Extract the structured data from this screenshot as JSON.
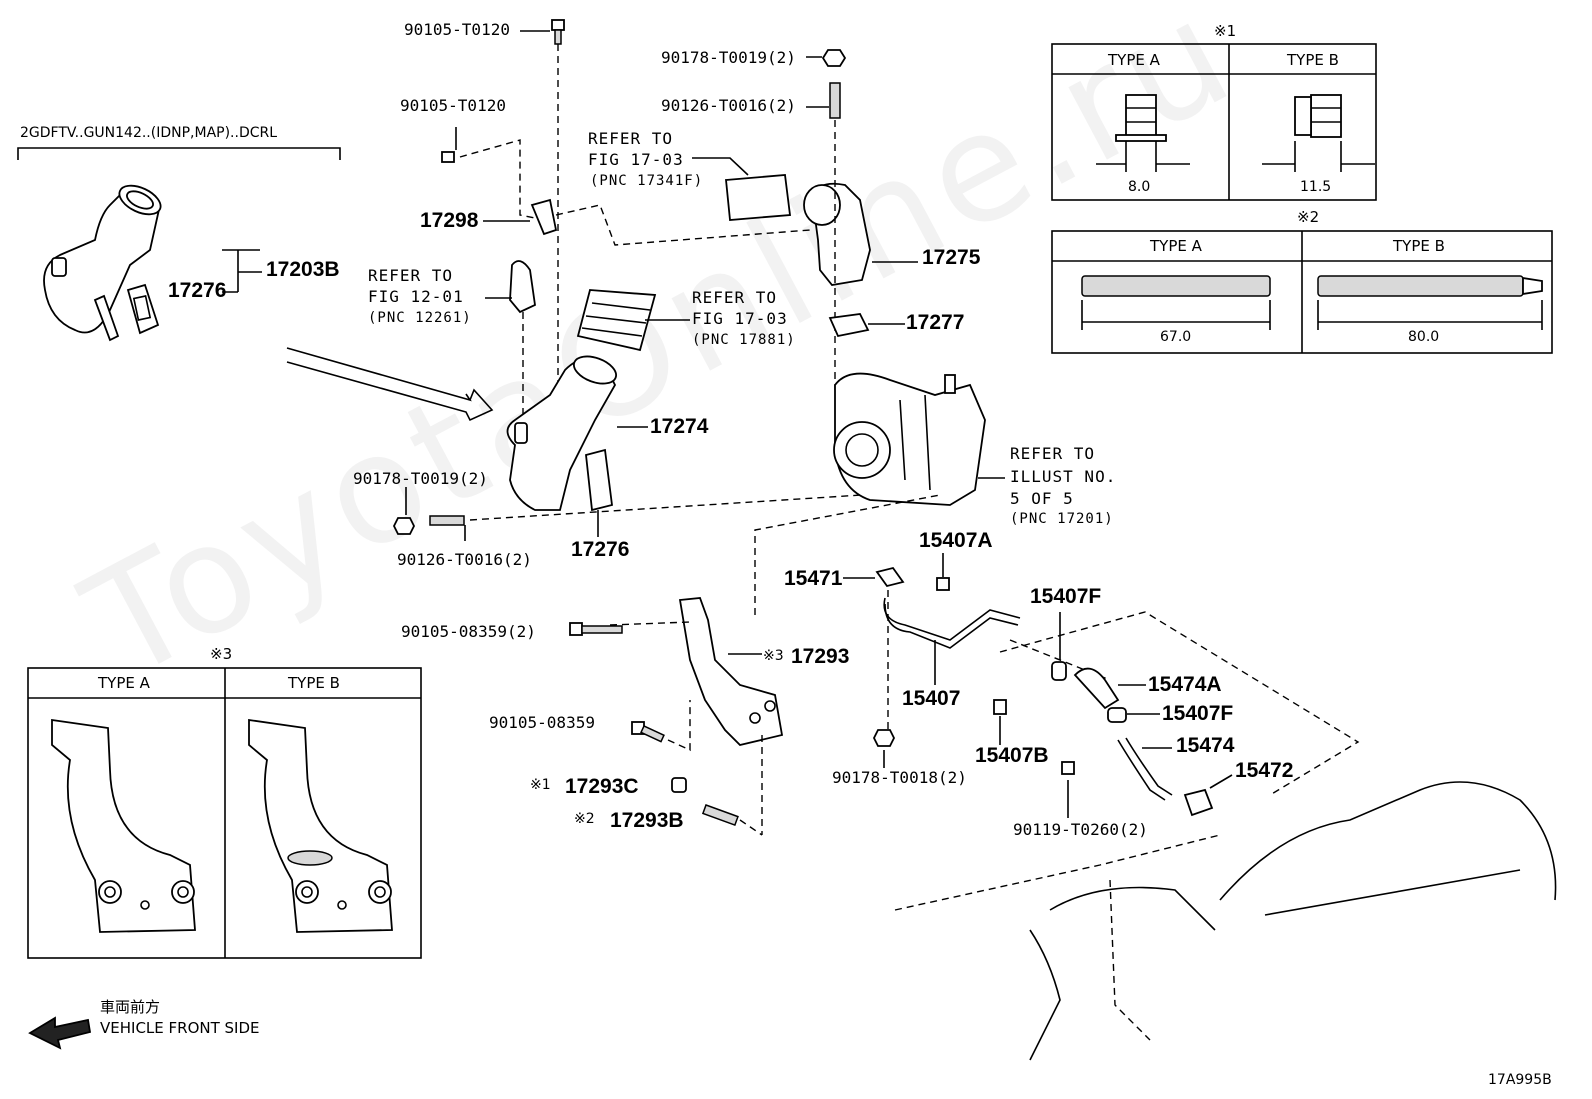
{
  "watermark": "ToyotaOnline.ru",
  "header_model": "2GDFTV..GUN142..(IDNP,MAP)..DCRL",
  "callouts": {
    "p90105_T0120_top": "90105-T0120",
    "p90105_T0120": "90105-T0120",
    "p17298": "17298",
    "p90178_T0019_top": "90178-T0019(2)",
    "p90126_T0016_top": "90126-T0016(2)",
    "p17275": "17275",
    "p17277": "17277",
    "p17203B": "17203B",
    "p17276_inset": "17276",
    "p17274": "17274",
    "p17276": "17276",
    "p90178_T0019": "90178-T0019(2)",
    "p90126_T0016": "90126-T0016(2)",
    "p15407A": "15407A",
    "p15471": "15471",
    "p15407F_a": "15407F",
    "p90105_08359_2": "90105-08359(2)",
    "p17293": "17293",
    "p17293_mark": "※3",
    "p15474A": "15474A",
    "p15407": "15407",
    "p15407F_b": "15407F",
    "p90105_08359": "90105-08359",
    "p15407B": "15407B",
    "p15474": "15474",
    "p15472": "15472",
    "p17293C_mark": "※1",
    "p17293C": "17293C",
    "p90178_T0018": "90178-T0018(2)",
    "p17293B_mark": "※2",
    "p17293B": "17293B",
    "p90119_T0260": "90119-T0260(2)"
  },
  "refs": {
    "r1": [
      "REFER TO",
      "FIG 17-03",
      "(PNC 17341F)"
    ],
    "r2": [
      "REFER TO",
      "FIG 12-01",
      "(PNC 12261)"
    ],
    "r3": [
      "REFER TO",
      "FIG 17-03",
      "(PNC 17881)"
    ],
    "r4": [
      "REFER TO",
      "ILLUST NO.",
      "5 OF 5",
      "(PNC 17201)"
    ]
  },
  "table1": {
    "mark": "※1",
    "type_a": "TYPE A",
    "type_b": "TYPE B",
    "dim_a": "8.0",
    "dim_b": "11.5"
  },
  "table2": {
    "mark": "※2",
    "type_a": "TYPE A",
    "type_b": "TYPE B",
    "dim_a": "67.0",
    "dim_b": "80.0"
  },
  "table3": {
    "mark": "※3",
    "type_a": "TYPE A",
    "type_b": "TYPE B"
  },
  "front": {
    "jp": "車両前方",
    "en": "VEHICLE FRONT SIDE"
  },
  "code": "17A995B"
}
